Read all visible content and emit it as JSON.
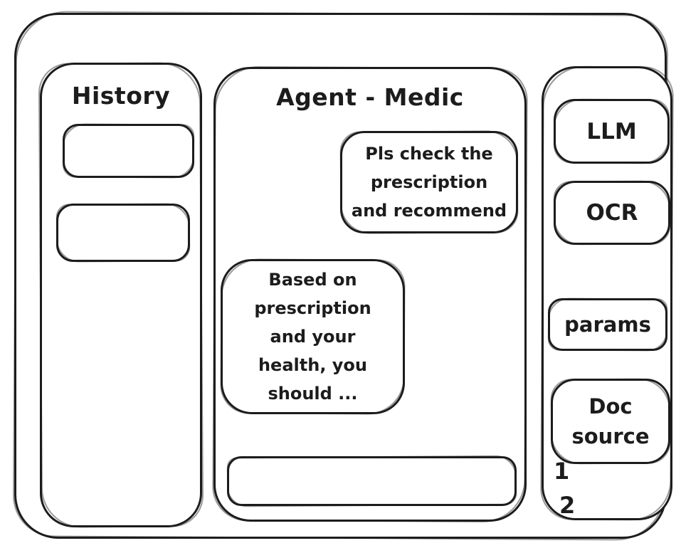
{
  "window": {
    "background": "#ffffff",
    "stroke_color": "#1c1c1c"
  },
  "history_panel": {
    "title": "History",
    "items": [
      {
        "label": ""
      },
      {
        "label": ""
      }
    ]
  },
  "chat_panel": {
    "title": "Agent - Medic",
    "messages": [
      {
        "role": "user",
        "text": "Pls check the\nprescription\nand recommend"
      },
      {
        "role": "agent",
        "text": "Based on\nprescription\nand your\nhealth, you\nshould ..."
      }
    ],
    "input": {
      "value": "",
      "placeholder": ""
    }
  },
  "tools_panel": {
    "buttons": [
      {
        "label": "LLM"
      },
      {
        "label": "OCR"
      },
      {
        "label": "params"
      },
      {
        "label": "Doc source"
      }
    ],
    "source_numbers": [
      "1",
      "2"
    ]
  }
}
